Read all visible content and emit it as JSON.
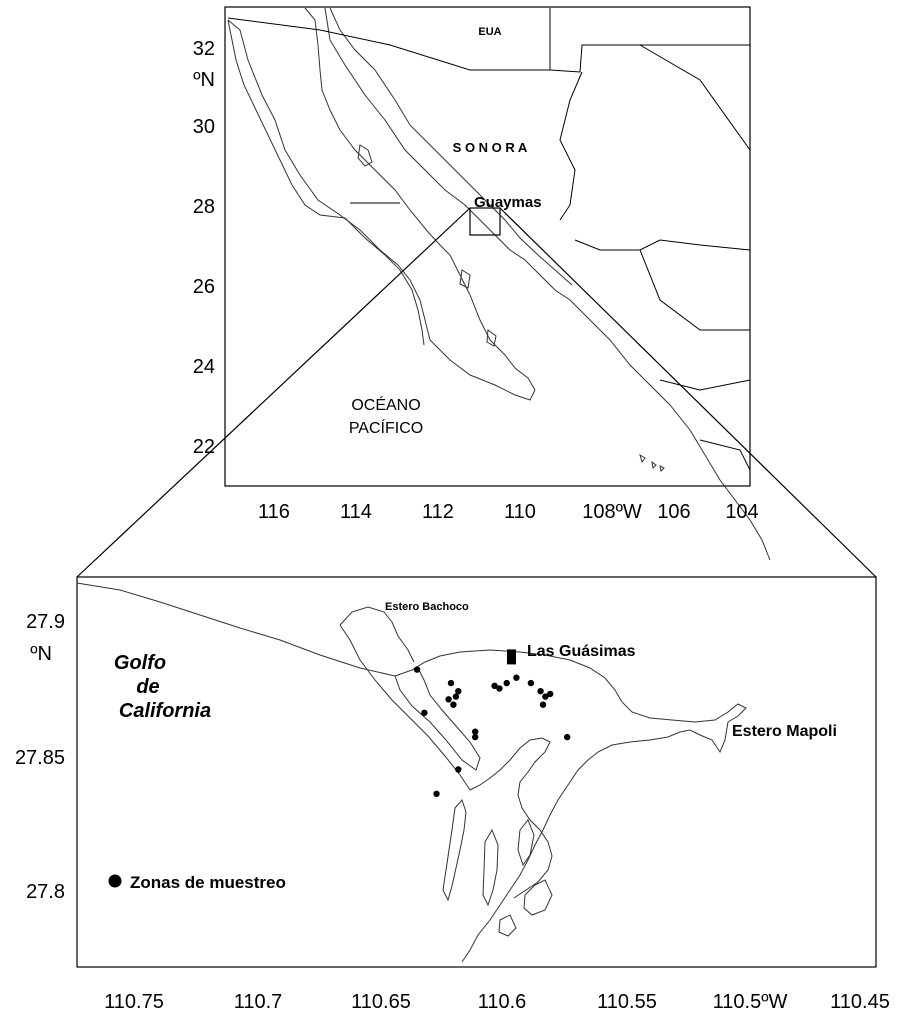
{
  "regional_map": {
    "lat_labels": [
      "32",
      "30",
      "28",
      "26",
      "24",
      "22"
    ],
    "lat_unit": "ºN",
    "lon_labels": [
      "116",
      "114",
      "112",
      "110",
      "108ºW",
      "106",
      "104"
    ],
    "place_labels": {
      "country": "EUA",
      "state": "S O N O R A",
      "city": "Guaymas",
      "ocean_line1": "OCÉANO",
      "ocean_line2": "PACÍFICO"
    }
  },
  "detail_map": {
    "lat_labels": [
      "27.9",
      "27.85",
      "27.8"
    ],
    "lat_unit": "ºN",
    "lon_labels": [
      "110.75",
      "110.7",
      "110.65",
      "110.6",
      "110.55",
      "110.5ºW",
      "110.45"
    ],
    "place_labels": {
      "gulf_line1": "Golfo",
      "gulf_line2": "de",
      "gulf_line3": "California",
      "estero_north": "Estero Bachoco",
      "village": "Las Guásimas",
      "estero_east": "Estero Mapoli"
    },
    "legend_label": "Zonas de muestreo",
    "sampling_points": [
      {
        "lon": 110.633,
        "lat": 27.882
      },
      {
        "lon": 110.63,
        "lat": 27.866
      },
      {
        "lon": 110.619,
        "lat": 27.877
      },
      {
        "lon": 110.62,
        "lat": 27.871
      },
      {
        "lon": 110.617,
        "lat": 27.872
      },
      {
        "lon": 110.616,
        "lat": 27.874
      },
      {
        "lon": 110.618,
        "lat": 27.869
      },
      {
        "lon": 110.609,
        "lat": 27.859
      },
      {
        "lon": 110.609,
        "lat": 27.857
      },
      {
        "lon": 110.601,
        "lat": 27.876
      },
      {
        "lon": 110.599,
        "lat": 27.875
      },
      {
        "lon": 110.596,
        "lat": 27.877
      },
      {
        "lon": 110.592,
        "lat": 27.879
      },
      {
        "lon": 110.586,
        "lat": 27.877
      },
      {
        "lon": 110.582,
        "lat": 27.874
      },
      {
        "lon": 110.58,
        "lat": 27.872
      },
      {
        "lon": 110.578,
        "lat": 27.873
      },
      {
        "lon": 110.581,
        "lat": 27.869
      },
      {
        "lon": 110.571,
        "lat": 27.857
      },
      {
        "lon": 110.616,
        "lat": 27.845
      },
      {
        "lon": 110.625,
        "lat": 27.836
      }
    ],
    "village_marker": {
      "lon": 110.594,
      "lat": 27.888
    }
  },
  "colors": {
    "ink": "#000000",
    "coastline": "#333333",
    "background": "#ffffff"
  }
}
